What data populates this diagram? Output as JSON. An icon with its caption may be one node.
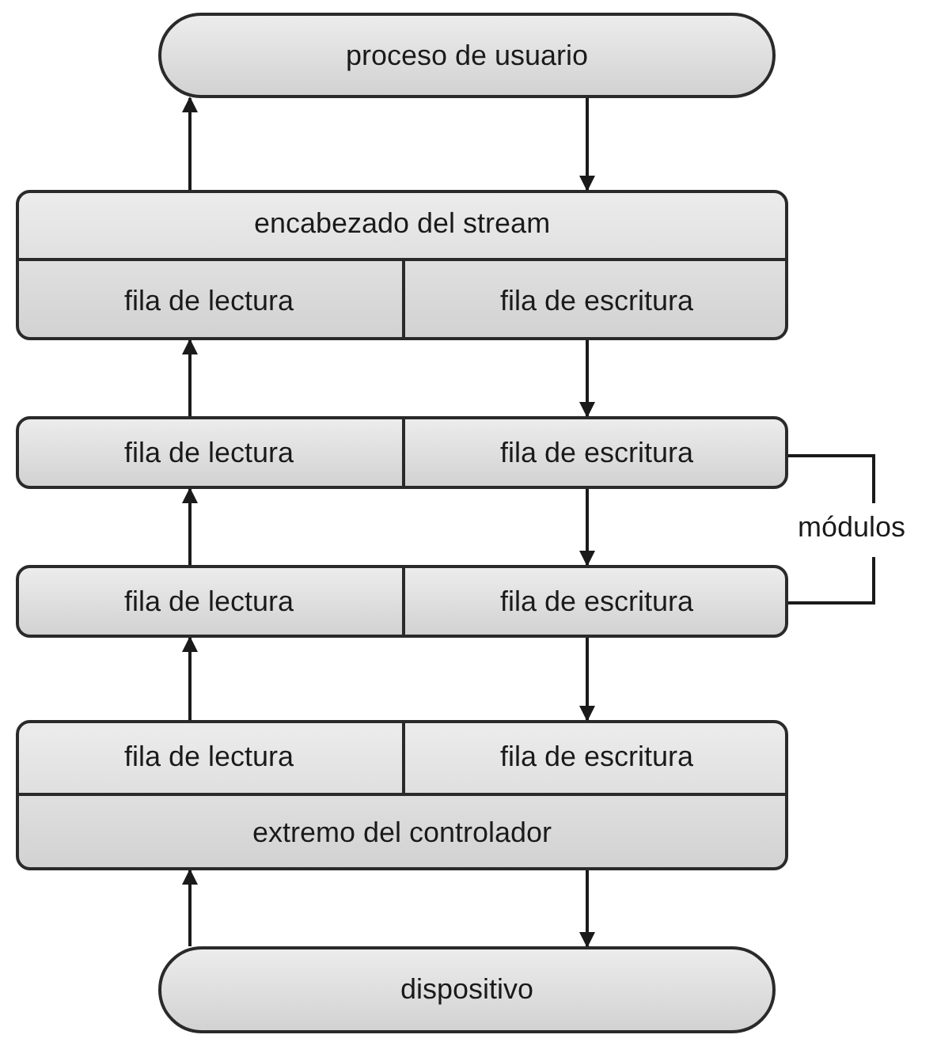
{
  "diagram": {
    "nodes": [
      {
        "text": [
          "proceso de usuario"
        ]
      },
      {
        "text": [
          "encabezado del stream"
        ]
      },
      {
        "text": [
          "fila de lectura"
        ],
        "in": 1
      },
      {
        "text": [
          "fila de escritura"
        ],
        "in": 1
      },
      {
        "text": [],
        "shape": "box"
      },
      {
        "text": [
          "fila de lectura"
        ],
        "in": 4
      },
      {
        "text": [
          "fila de escritura"
        ],
        "in": 4
      },
      {
        "text": [],
        "shape": "box"
      },
      {
        "text": [
          "fila de lectura"
        ],
        "in": 7
      },
      {
        "text": [
          "fila de escritura"
        ],
        "in": 7
      },
      {
        "text": [
          "extremo del controlador"
        ]
      },
      {
        "text": [
          "fila de lectura"
        ],
        "in": 10
      },
      {
        "text": [
          "fila de escritura"
        ],
        "in": 10
      },
      {
        "text": [
          "dispositivo"
        ]
      }
    ],
    "edges": [
      {
        "from": 1,
        "to": 0,
        "arrow": "to"
      },
      {
        "from": 0,
        "to": 1,
        "arrow": "to"
      },
      {
        "from": 5,
        "to": 2,
        "arrow": "to"
      },
      {
        "from": 3,
        "to": 6,
        "arrow": "to"
      },
      {
        "from": 8,
        "to": 5,
        "arrow": "to"
      },
      {
        "from": 6,
        "to": 9,
        "arrow": "to"
      },
      {
        "from": 11,
        "to": 8,
        "arrow": "to"
      },
      {
        "from": 9,
        "to": 12,
        "arrow": "to"
      },
      {
        "from": 13,
        "to": 10,
        "arrow": "to"
      },
      {
        "from": 10,
        "to": 13,
        "arrow": "to"
      }
    ],
    "labels": [
      "módulos"
    ]
  }
}
